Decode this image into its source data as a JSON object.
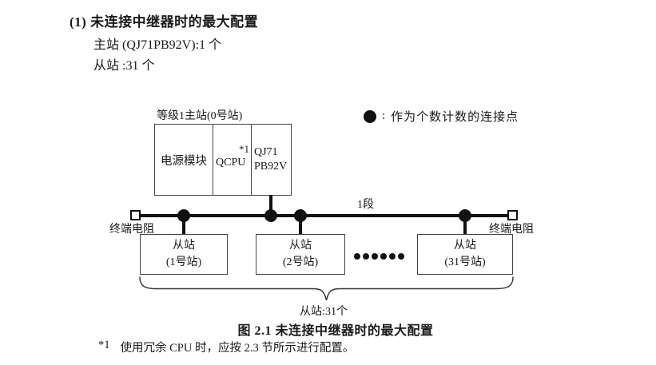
{
  "header": {
    "title": "(1) 未连接中继器时的最大配置",
    "master_line": "主站 (QJ71PB92V):1 个",
    "slave_line": "从站 :31 个"
  },
  "legend": {
    "separator": ":",
    "text": "作为个数计数的连接点"
  },
  "diagram": {
    "master": {
      "label": "等级1主站(0号站)",
      "power_module": "电源模块",
      "cpu": "QCPU",
      "cpu_note": "*1",
      "module_line1": "QJ71",
      "module_line2": "PB92V"
    },
    "bus": {
      "segment_label": "1段",
      "terminator_left": "终端电阻",
      "terminator_right": "终端电阻"
    },
    "slaves": [
      {
        "name": "从站",
        "station": "(1号站)"
      },
      {
        "name": "从站",
        "station": "(2号站)"
      },
      {
        "name": "从站",
        "station": "(31号站)"
      }
    ],
    "slaves_total": "从站:31个"
  },
  "caption": "图 2.1 未连接中继器时的最大配置",
  "footnote": {
    "marker": "*1",
    "text": "使用冗余 CPU 时，应按 2.3 节所示进行配置。"
  },
  "colors": {
    "background": "#ffffff",
    "text": "#1a1a1a",
    "line": "#111111",
    "box_border": "#444444"
  }
}
